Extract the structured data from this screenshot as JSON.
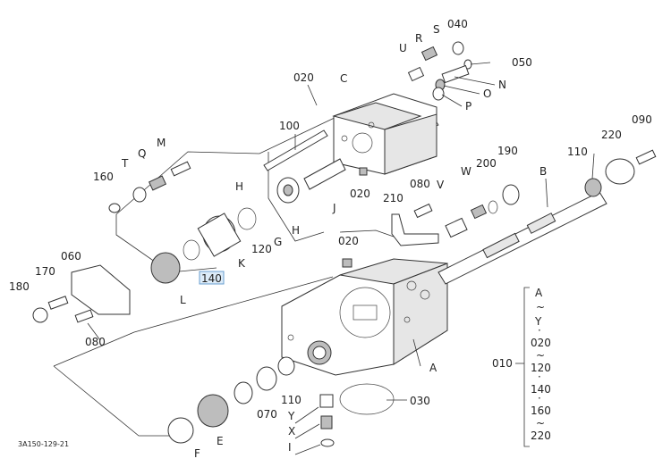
{
  "drawing_code": "3A150-129-21",
  "callouts": {
    "p040": "040",
    "p050": "050",
    "S": "S",
    "R": "R",
    "U": "U",
    "N": "N",
    "O": "O",
    "P": "P",
    "p020_top": "020",
    "C": "C",
    "p100": "100",
    "M": "M",
    "Q": "Q",
    "T": "T",
    "p160": "160",
    "H_left": "H",
    "G": "G",
    "H_right": "H",
    "J": "J",
    "p020_mid": "020",
    "p090": "090",
    "p220": "220",
    "p110_right": "110",
    "p190": "190",
    "B": "B",
    "W": "W",
    "p200": "200",
    "V": "V",
    "p080_mid": "080",
    "p210": "210",
    "p020_low": "020",
    "p120": "120",
    "K": "K",
    "p140": "140",
    "L": "L",
    "p060": "060",
    "p170": "170",
    "p180": "180",
    "p080_low": "080",
    "A": "A",
    "p030": "030",
    "p110_bottom": "110",
    "p070": "070",
    "Y": "Y",
    "X": "X",
    "I": "I",
    "E": "E",
    "F": "F",
    "p010": "010"
  },
  "range_legend": [
    "A",
    "~",
    "Y",
    "·",
    "020",
    "~",
    "120",
    "·",
    "140",
    "·",
    "160",
    "~",
    "220"
  ]
}
